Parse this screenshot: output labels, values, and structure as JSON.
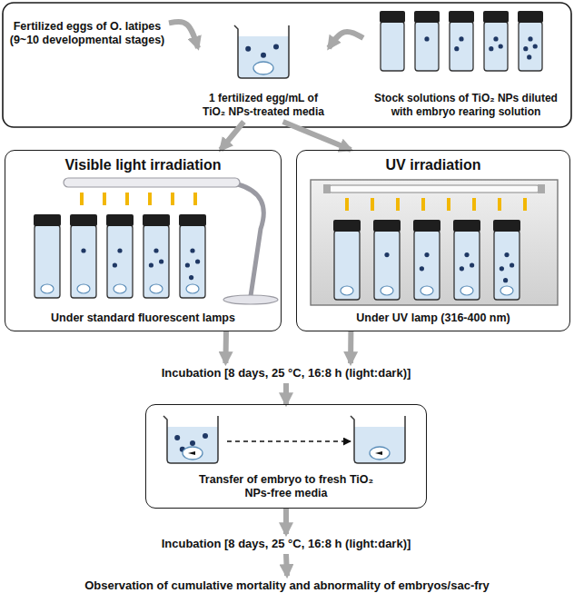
{
  "diagram": {
    "nodes": [
      {
        "text": [
          "Fertilized eggs of O. latipes (9~10 developmental stages)"
        ]
      },
      {
        "text": [
          "1 fertilized egg/mL of TiO₂ NPs-treated media"
        ]
      },
      {
        "text": [
          "Stock solutions of TiO₂ NPs diluted with embryo rearing solution"
        ]
      },
      {
        "text": [
          "Visible light irradiation",
          "Under standard fluorescent lamps"
        ]
      },
      {
        "text": [
          "UV irradiation",
          "Under UV lamp (316-400 nm)"
        ]
      },
      {
        "text": [
          "Incubation [8 days, 25 °C, 16:8 h (light:dark)]"
        ]
      },
      {
        "text": [
          "Transfer of embryo to fresh TiO₂ NPs-free media"
        ]
      },
      {
        "text": [
          "Incubation [8 days, 25 °C, 16:8 h (light:dark)]"
        ]
      },
      {
        "text": [
          "Observation of cumulative mortality and abnormality of embryos/sac-fry"
        ]
      }
    ],
    "edges": [
      {
        "from": 0,
        "to": 1,
        "arrow": "to"
      },
      {
        "from": 2,
        "to": 1,
        "arrow": "to"
      },
      {
        "from": 1,
        "to": 3,
        "arrow": "to"
      },
      {
        "from": 1,
        "to": 4,
        "arrow": "to"
      },
      {
        "from": 3,
        "to": 5,
        "arrow": "to"
      },
      {
        "from": 4,
        "to": 5,
        "arrow": "to"
      },
      {
        "from": 5,
        "to": 6,
        "arrow": "to"
      },
      {
        "from": 6,
        "to": 7,
        "arrow": "to"
      },
      {
        "from": 7,
        "to": 8,
        "arrow": "to"
      }
    ]
  }
}
